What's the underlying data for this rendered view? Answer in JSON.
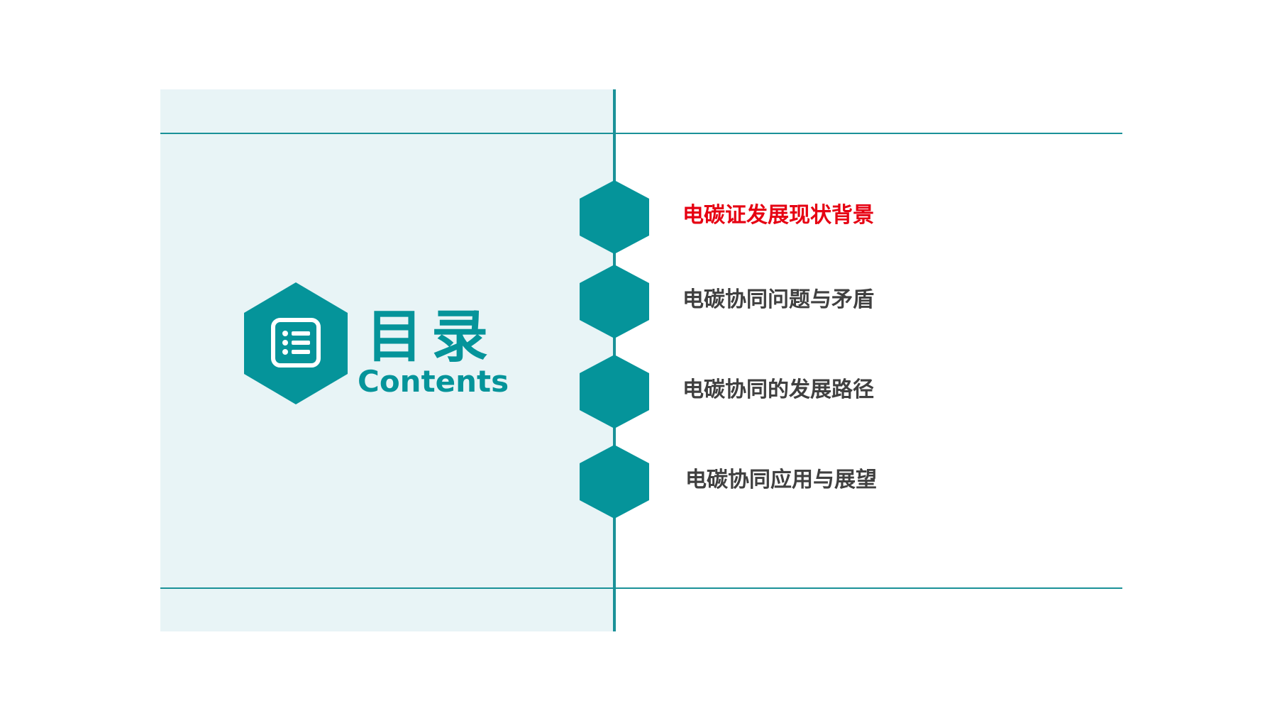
{
  "heading": {
    "title": "目录",
    "subtitle": "Contents",
    "icon": "list-icon"
  },
  "toc": {
    "items": [
      {
        "label": "电碳证发展现状背景",
        "color": "#e60012",
        "active": true
      },
      {
        "label": "电碳协同问题与矛盾",
        "color": "#404040",
        "active": false
      },
      {
        "label": "电碳协同的发展路径",
        "color": "#404040",
        "active": false
      },
      {
        "label": "电碳协同应用与展望",
        "color": "#404040",
        "active": false
      }
    ]
  },
  "colors": {
    "accent": "#05949a",
    "line": "#1a9198",
    "panel": "#e8f4f6",
    "highlight": "#e60012",
    "text": "#404040"
  }
}
